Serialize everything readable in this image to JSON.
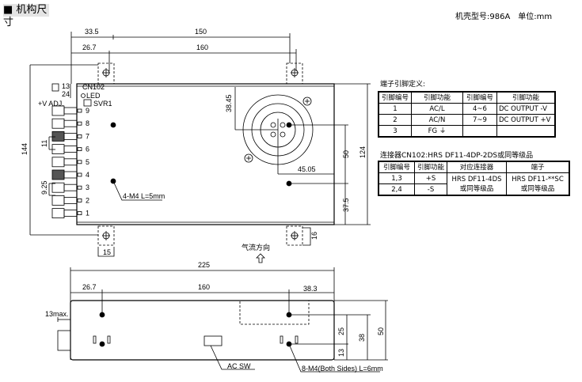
{
  "header": {
    "title": "■ 机构尺寸",
    "case_model": "机壳型号:986A",
    "unit": "单位:mm"
  },
  "top_view": {
    "dims": {
      "d33_5": "33.5",
      "d150": "150",
      "d26_7": "26.7",
      "d160": "160",
      "d144": "144",
      "d124": "124",
      "d50": "50",
      "d37_5": "37.5",
      "d38_45": "38.45",
      "d45_05": "45.05",
      "d15": "15",
      "d16": "16",
      "d11": "11",
      "d9_25": "9.25"
    },
    "labels": {
      "cn_pins_top": "13",
      "cn_pins_bottom": "24",
      "cn102": "CN102",
      "led": "LED",
      "svr1": "SVR1",
      "v_adj": "+V ADJ.",
      "m4_note": "4-M4 L=5mm",
      "airflow": "气流方向"
    },
    "terminals": [
      "9",
      "8",
      "7",
      "6",
      "5",
      "4",
      "3",
      "2",
      "1"
    ]
  },
  "side_view": {
    "dims": {
      "d225": "225",
      "d26_7": "26.7",
      "d160": "160",
      "d38_3": "38.3",
      "d25": "25",
      "d38": "38",
      "d50": "50",
      "d13": "13",
      "max13": "13max."
    },
    "labels": {
      "ac_sw": "AC SW",
      "m4_note": "8-M4(Both Sides) L=6mm"
    }
  },
  "pin_table": {
    "title": "端子引脚定义:",
    "headers": [
      "引脚编号",
      "引脚功能",
      "引脚编号",
      "引脚功能"
    ],
    "rows": [
      [
        "1",
        "AC/L",
        "4~6",
        "DC OUTPUT -V"
      ],
      [
        "2",
        "AC/N",
        "7~9",
        "DC OUTPUT +V"
      ],
      [
        "3",
        "FG ⏚",
        "",
        ""
      ]
    ]
  },
  "connector_table": {
    "title": "连接器CN102:HRS DF11-4DP-2DS或同等级品",
    "headers": [
      "引脚编号",
      "引脚功能",
      "对应连接器",
      "端子"
    ],
    "rows": [
      [
        "1,3",
        "+S"
      ],
      [
        "2,4",
        "-S"
      ]
    ],
    "connector": [
      "HRS DF11-4DS",
      "或同等级品"
    ],
    "terminal": [
      "HRS DF11-**SC",
      "或同等级品"
    ]
  }
}
